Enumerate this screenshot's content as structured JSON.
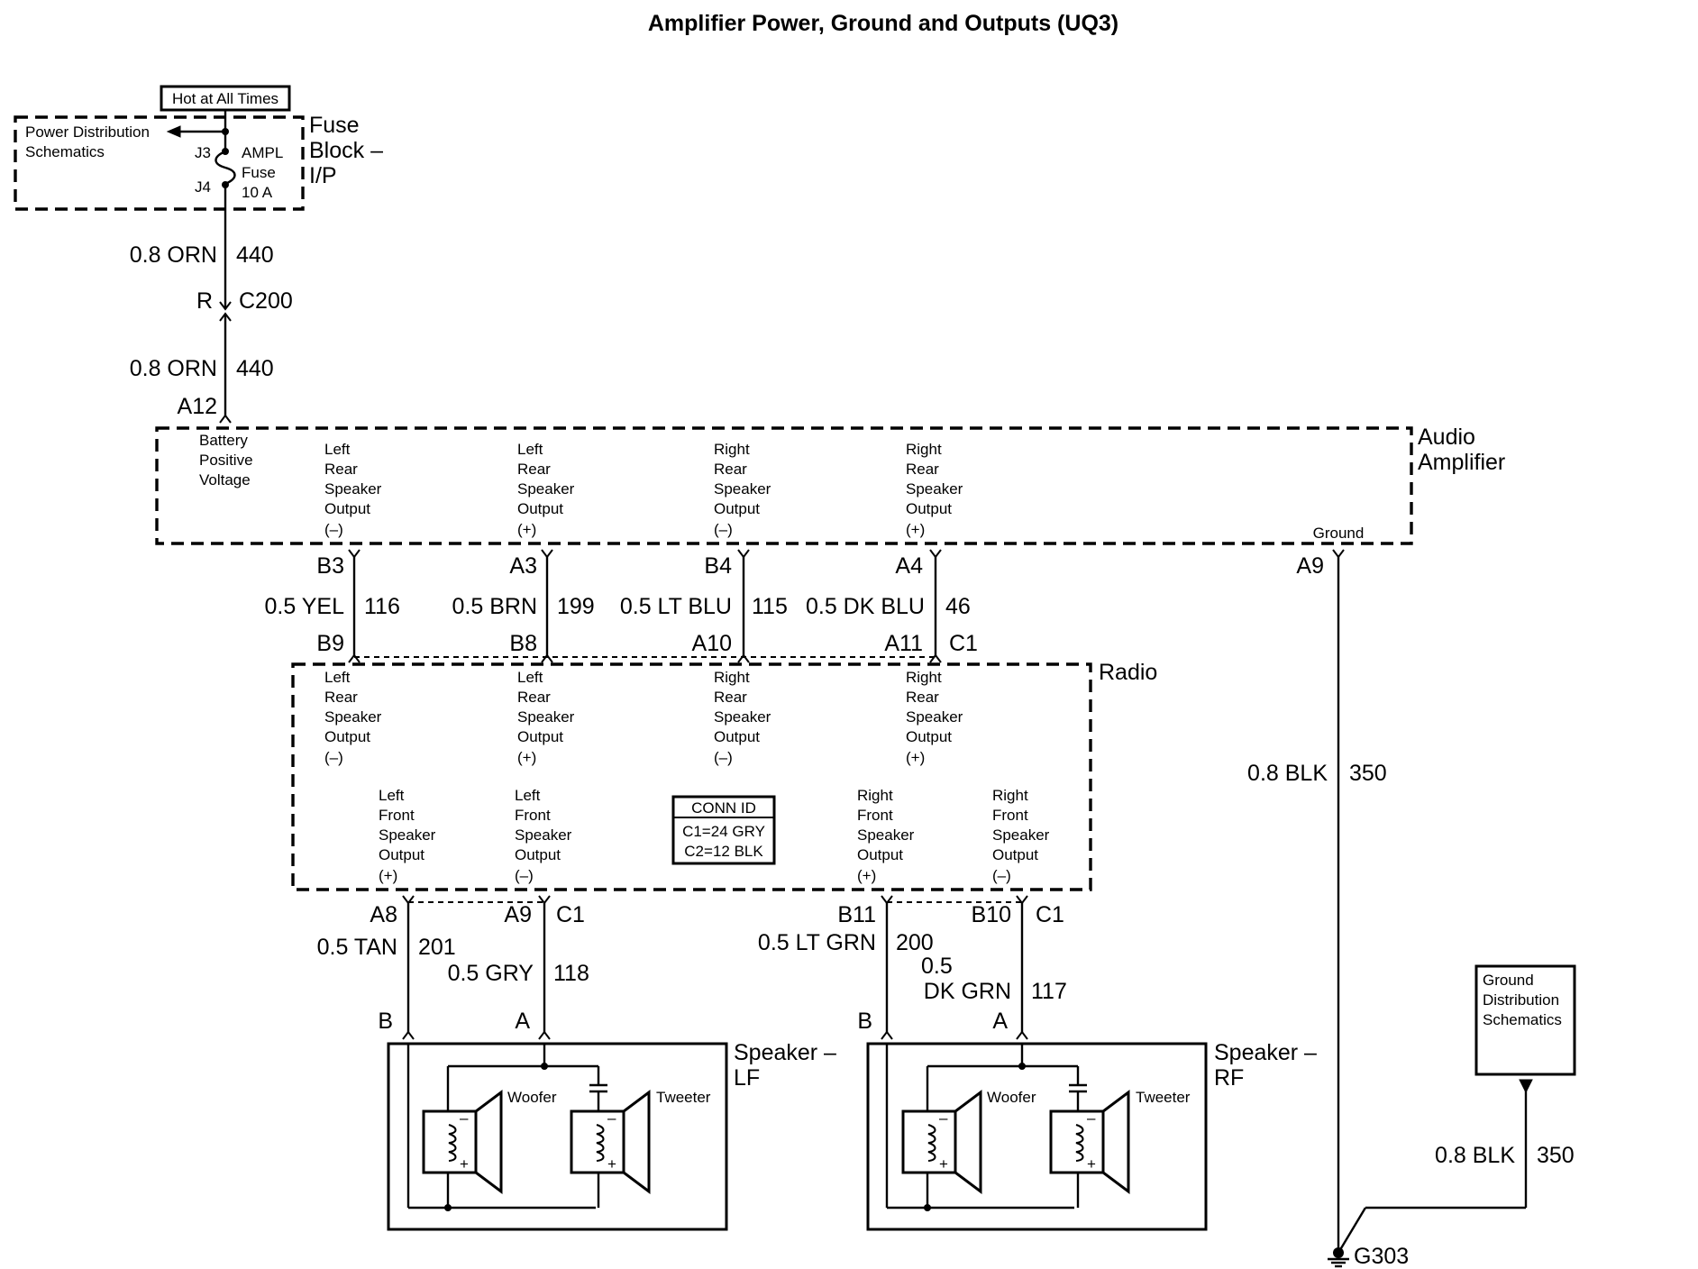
{
  "title": "Amplifier Power, Ground and Outputs (UQ3)",
  "fuse_block": {
    "hot_label": "Hot at All Times",
    "name_line1": "Fuse",
    "name_line2": "Block –",
    "name_line3": "I/P",
    "power_dist_line1": "Power Distribution",
    "power_dist_line2": "Schematics",
    "pin_top": "J3",
    "pin_bottom": "J4",
    "fuse_line1": "AMPL",
    "fuse_line2": "Fuse",
    "fuse_line3": "10 A"
  },
  "feed_wire": {
    "upper_wire": "0.8 ORN",
    "upper_circuit": "440",
    "connector_pin": "R",
    "connector": "C200",
    "lower_wire": "0.8 ORN",
    "lower_circuit": "440",
    "amp_pin": "A12"
  },
  "amplifier": {
    "name_line1": "Audio",
    "name_line2": "Amplifier",
    "battery_line1": "Battery",
    "battery_line2": "Positive",
    "battery_line3": "Voltage",
    "ground_label": "Ground",
    "outputs": [
      {
        "l1": "Left",
        "l2": "Rear",
        "l3": "Speaker",
        "l4": "Output",
        "l5": "(–)"
      },
      {
        "l1": "Left",
        "l2": "Rear",
        "l3": "Speaker",
        "l4": "Output",
        "l5": "(+)"
      },
      {
        "l1": "Right",
        "l2": "Rear",
        "l3": "Speaker",
        "l4": "Output",
        "l5": "(–)"
      },
      {
        "l1": "Right",
        "l2": "Rear",
        "l3": "Speaker",
        "l4": "Output",
        "l5": "(+)"
      }
    ]
  },
  "amp_radio_wires": [
    {
      "amp_pin": "B3",
      "wire": "0.5 YEL",
      "circuit": "116",
      "radio_pin": "B9"
    },
    {
      "amp_pin": "A3",
      "wire": "0.5 BRN",
      "circuit": "199",
      "radio_pin": "B8"
    },
    {
      "amp_pin": "B4",
      "wire": "0.5 LT BLU",
      "circuit": "115",
      "radio_pin": "A10"
    },
    {
      "amp_pin": "A4",
      "wire": "0.5 DK BLU",
      "circuit": "46",
      "radio_pin": "A11",
      "connector": "C1"
    }
  ],
  "radio": {
    "name": "Radio",
    "rear_outputs": [
      {
        "l1": "Left",
        "l2": "Rear",
        "l3": "Speaker",
        "l4": "Output",
        "l5": "(–)"
      },
      {
        "l1": "Left",
        "l2": "Rear",
        "l3": "Speaker",
        "l4": "Output",
        "l5": "(+)"
      },
      {
        "l1": "Right",
        "l2": "Rear",
        "l3": "Speaker",
        "l4": "Output",
        "l5": "(–)"
      },
      {
        "l1": "Right",
        "l2": "Rear",
        "l3": "Speaker",
        "l4": "Output",
        "l5": "(+)"
      }
    ],
    "front_outputs": [
      {
        "l1": "Left",
        "l2": "Front",
        "l3": "Speaker",
        "l4": "Output",
        "l5": "(+)"
      },
      {
        "l1": "Left",
        "l2": "Front",
        "l3": "Speaker",
        "l4": "Output",
        "l5": "(–)"
      },
      {
        "l1": "Right",
        "l2": "Front",
        "l3": "Speaker",
        "l4": "Output",
        "l5": "(+)"
      },
      {
        "l1": "Right",
        "l2": "Front",
        "l3": "Speaker",
        "l4": "Output",
        "l5": "(–)"
      }
    ],
    "conn_id_title": "CONN ID",
    "conn_id_c1": "C1=24 GRY",
    "conn_id_c2": "C2=12 BLK"
  },
  "front_wires": [
    {
      "radio_pin": "A8",
      "wire": "0.5 TAN",
      "circuit": "201",
      "speaker_pin": "B"
    },
    {
      "radio_pin": "A9",
      "connector": "C1",
      "wire": "0.5 GRY",
      "circuit": "118",
      "speaker_pin": "A"
    },
    {
      "radio_pin": "B11",
      "wire": "0.5 LT GRN",
      "circuit": "200",
      "speaker_pin": "B"
    },
    {
      "radio_pin": "B10",
      "connector": "C1",
      "wire_line1": "0.5",
      "wire_line2": "DK GRN",
      "circuit": "117",
      "speaker_pin": "A"
    }
  ],
  "speaker_lf": {
    "name_line1": "Speaker –",
    "name_line2": "LF",
    "woofer": "Woofer",
    "tweeter": "Tweeter"
  },
  "speaker_rf": {
    "name_line1": "Speaker –",
    "name_line2": "RF",
    "woofer": "Woofer",
    "tweeter": "Tweeter"
  },
  "ground": {
    "amp_pin": "A9",
    "wire": "0.8 BLK",
    "circuit": "350",
    "dist_line1": "Ground",
    "dist_line2": "Distribution",
    "dist_line3": "Schematics",
    "dist_wire": "0.8 BLK",
    "dist_circuit": "350",
    "ground_point": "G303"
  },
  "polarity": {
    "minus": "–",
    "plus": "+"
  }
}
